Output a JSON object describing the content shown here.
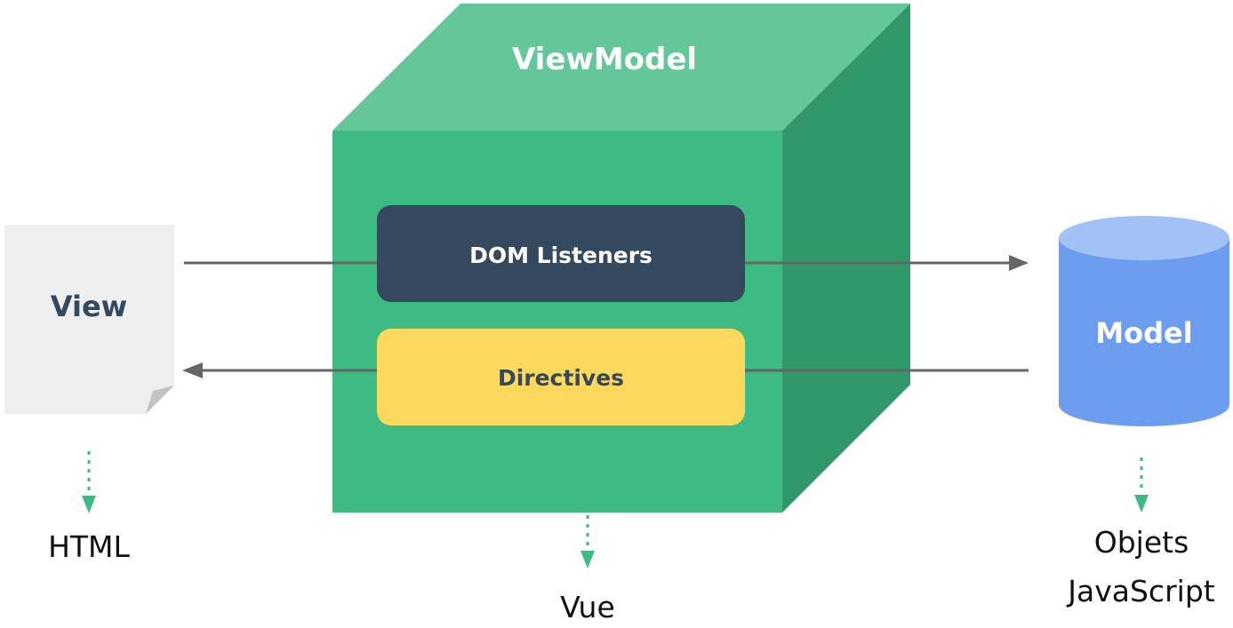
{
  "view": {
    "title": "View",
    "caption": "HTML"
  },
  "viewmodel": {
    "title": "ViewModel",
    "caption": "Vue",
    "dom_listeners": "DOM Listeners",
    "directives": "Directives"
  },
  "model": {
    "title": "Model",
    "caption_line1": "Objets",
    "caption_line2": "JavaScript"
  },
  "colors": {
    "cube_top": "#63c799",
    "cube_front": "#3dbb82",
    "cube_side": "#31986b",
    "dom_listeners_fill": "#34495e",
    "directives_fill": "#fcd95c",
    "view_paper": "#efefef",
    "view_fold": "#c3c3c3",
    "model_body": "#6c9df0",
    "model_top": "#a2c1f5",
    "arrow": "#666666",
    "dotted_arrow": "#3dbb82",
    "view_text": "#34495e",
    "caption_text": "#111111"
  }
}
